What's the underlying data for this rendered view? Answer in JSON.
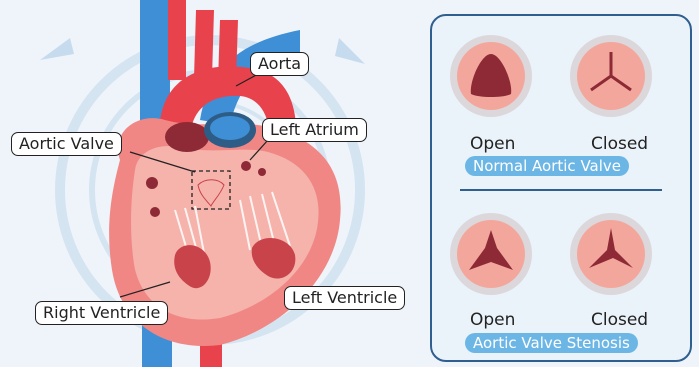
{
  "heart_labels": {
    "aorta": "Aorta",
    "left_atrium": "Left Atrium",
    "aortic_valve": "Aortic Valve",
    "right_ventricle": "Right Ventricle",
    "left_ventricle": "Left Ventricle"
  },
  "valves_panel": {
    "normal": {
      "title": "Normal Aortic Valve",
      "open_label": "Open",
      "closed_label": "Closed"
    },
    "stenosis": {
      "title": "Aortic Valve Stenosis",
      "open_label": "Open",
      "closed_label": "Closed"
    }
  },
  "colors": {
    "background": "#eef4fa",
    "vein_blue": "#3f8fd6",
    "artery_red": "#e8434d",
    "heart_outer": "#f08784",
    "heart_inner": "#f5b3ab",
    "dark_red": "#8e2a36",
    "panel_border": "#2f5f8f",
    "title_badge": "#6cb6e6"
  }
}
